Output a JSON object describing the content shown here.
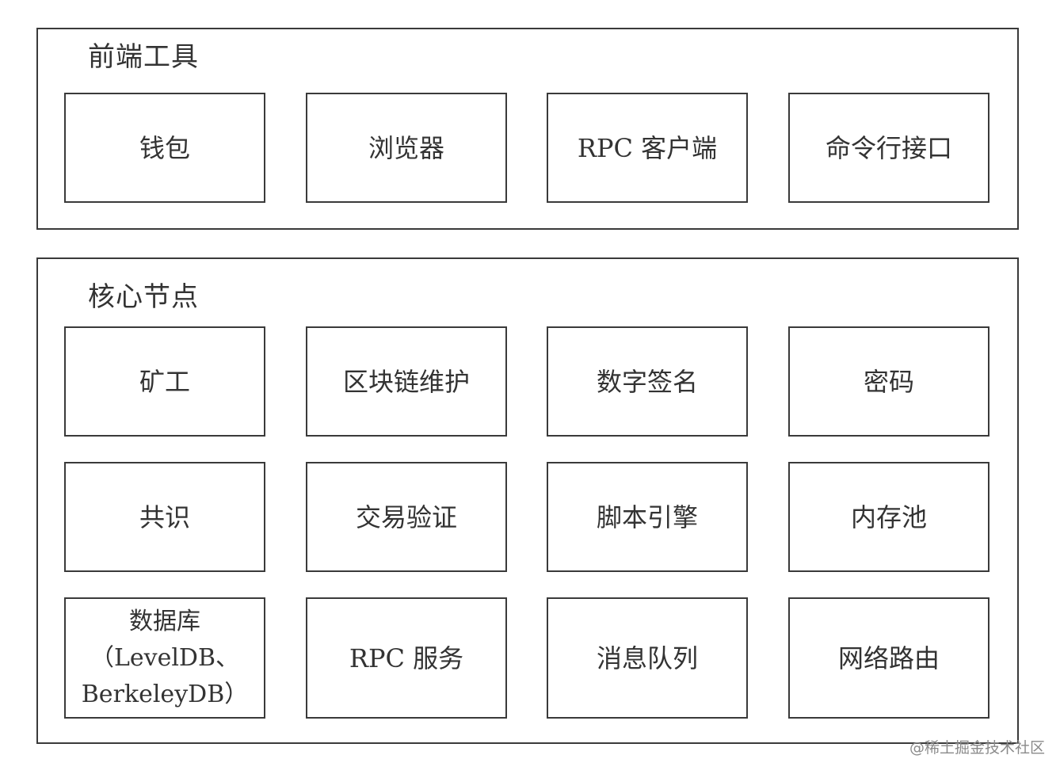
{
  "frontend": {
    "title": "前端工具",
    "items": [
      "钱包",
      "浏览器",
      "RPC 客户端",
      "命令行接口"
    ]
  },
  "core": {
    "title": "核心节点",
    "rows": [
      [
        "矿工",
        "区块链维护",
        "数字签名",
        "密码"
      ],
      [
        "共识",
        "交易验证",
        "脚本引擎",
        "内存池"
      ]
    ],
    "database": {
      "line1": "数据库",
      "line2": "（LevelDB、",
      "line3": "BerkeleyDB）"
    },
    "last_row": [
      "RPC 服务",
      "消息队列",
      "网络路由"
    ]
  },
  "watermark": "@稀土掘金技术社区"
}
